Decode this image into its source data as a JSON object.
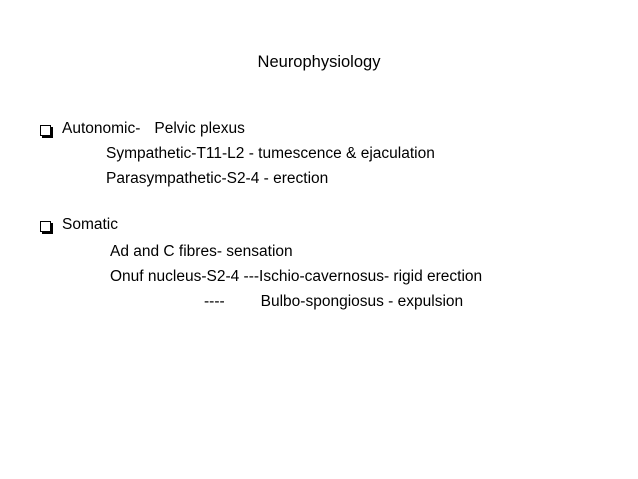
{
  "slide": {
    "title": "Neurophysiology",
    "autonomic": {
      "label": "Autonomic-",
      "extra": "Pelvic plexus",
      "lines": [
        "Sympathetic-T11-L2  - tumescence & ejaculation",
        "Parasympathetic-S2-4 - erection"
      ]
    },
    "somatic": {
      "label": "Somatic",
      "lines": [
        "Ad and C fibres- sensation",
        "Onuf nucleus-S2-4  ---Ischio-cavernosus- rigid erection"
      ],
      "last_dash": "----",
      "last_text": "Bulbo-spongiosus - expulsion"
    }
  }
}
